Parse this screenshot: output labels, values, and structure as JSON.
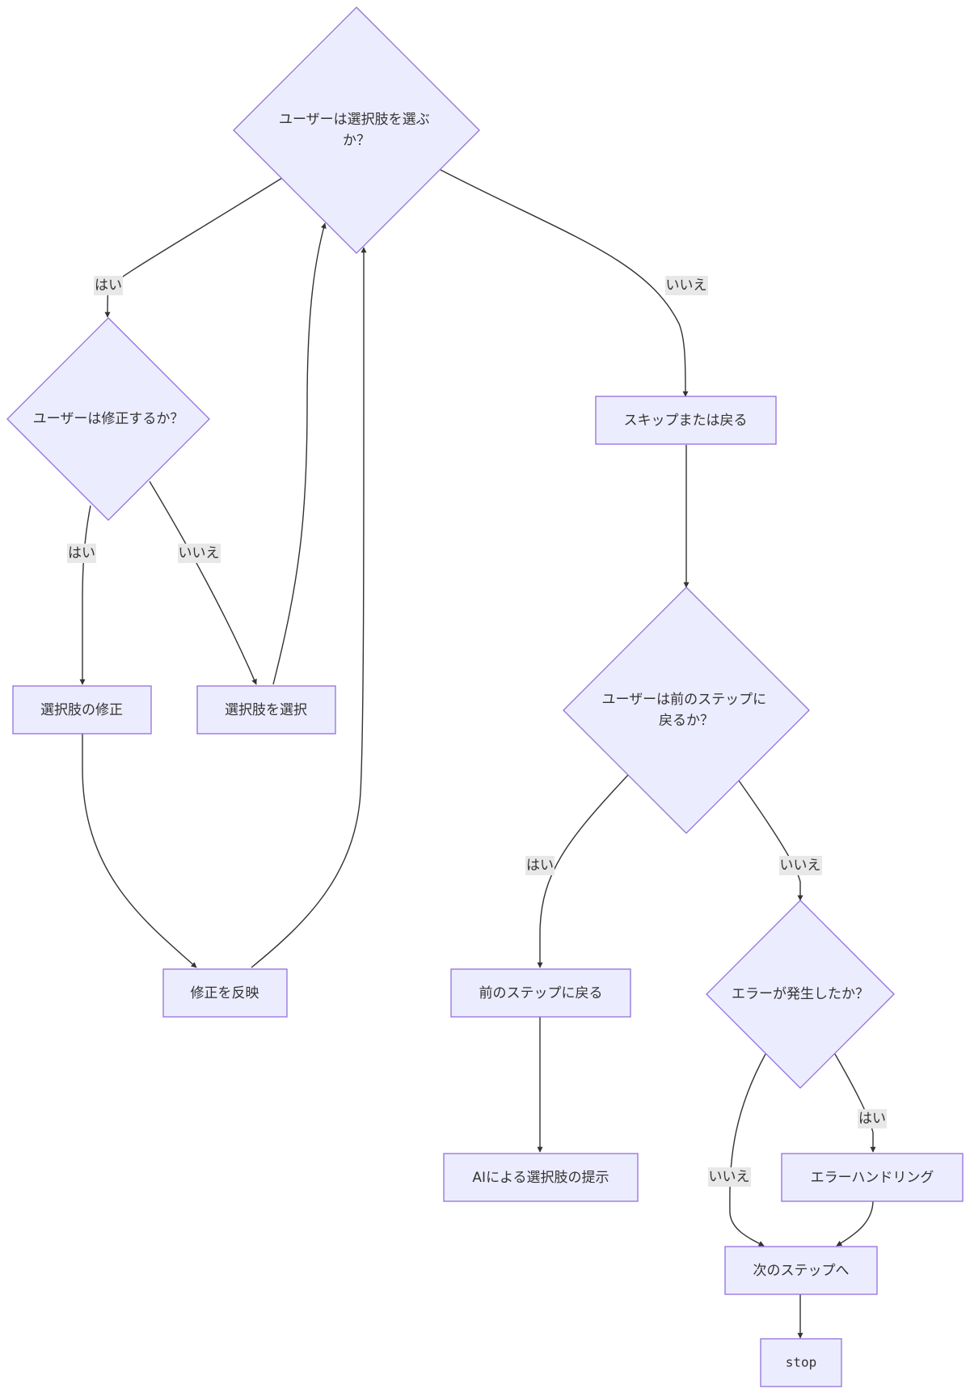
{
  "nodes": {
    "q_choose": {
      "lines": [
        "ユーザーは選択肢を選ぶ",
        "か？"
      ]
    },
    "q_modify": {
      "label": "ユーザーは修正するか？"
    },
    "skip_back": {
      "label": "スキップまたは戻る"
    },
    "edit_choice": {
      "label": "選択肢の修正"
    },
    "select_choice": {
      "label": "選択肢を選択"
    },
    "q_prev": {
      "lines": [
        "ユーザーは前のステップに",
        "戻るか？"
      ]
    },
    "apply_edit": {
      "label": "修正を反映"
    },
    "go_prev": {
      "label": "前のステップに戻る"
    },
    "q_error": {
      "label": "エラーが発生したか？"
    },
    "ai_choices": {
      "label": "AIによる選択肢の提示"
    },
    "error_handling": {
      "label": "エラーハンドリング"
    },
    "next_step": {
      "label": "次のステップへ"
    },
    "stop": {
      "label": "stop"
    }
  },
  "edge_labels": {
    "choose_yes": "はい",
    "choose_no": "いいえ",
    "modify_yes": "はい",
    "modify_no": "いいえ",
    "prev_yes": "はい",
    "prev_no": "いいえ",
    "error_yes": "はい",
    "error_no": "いいえ"
  },
  "colors": {
    "node_fill": "#ECECFF",
    "node_stroke": "#9370DB",
    "edge": "#333333",
    "label_bg": "#e8e8e8",
    "text": "#333333"
  }
}
